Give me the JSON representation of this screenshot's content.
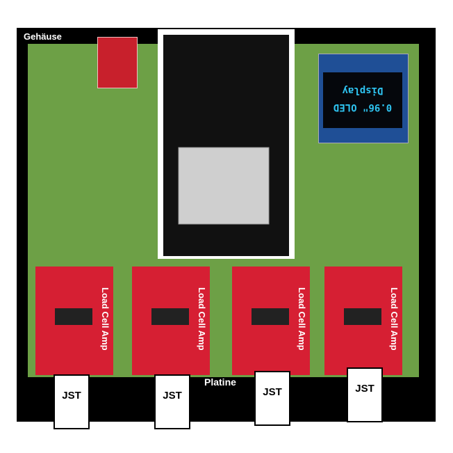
{
  "labels": {
    "housing": "Gehäuse",
    "board": "Platine"
  },
  "oled": {
    "line1": "Display",
    "line2": "0.96\" OLED"
  },
  "amps": [
    {
      "label": "Load Cell Amp"
    },
    {
      "label": "Load Cell Amp"
    },
    {
      "label": "Load Cell Amp"
    },
    {
      "label": "Load Cell Amp"
    }
  ],
  "jst": [
    {
      "label": "JST"
    },
    {
      "label": "JST"
    },
    {
      "label": "JST"
    },
    {
      "label": "JST"
    }
  ],
  "colors": {
    "housing": "#000000",
    "pcb": "#6da046",
    "amp": "#d61f33",
    "oled": "#1f4f96",
    "oled_text": "#2ec3f0"
  }
}
